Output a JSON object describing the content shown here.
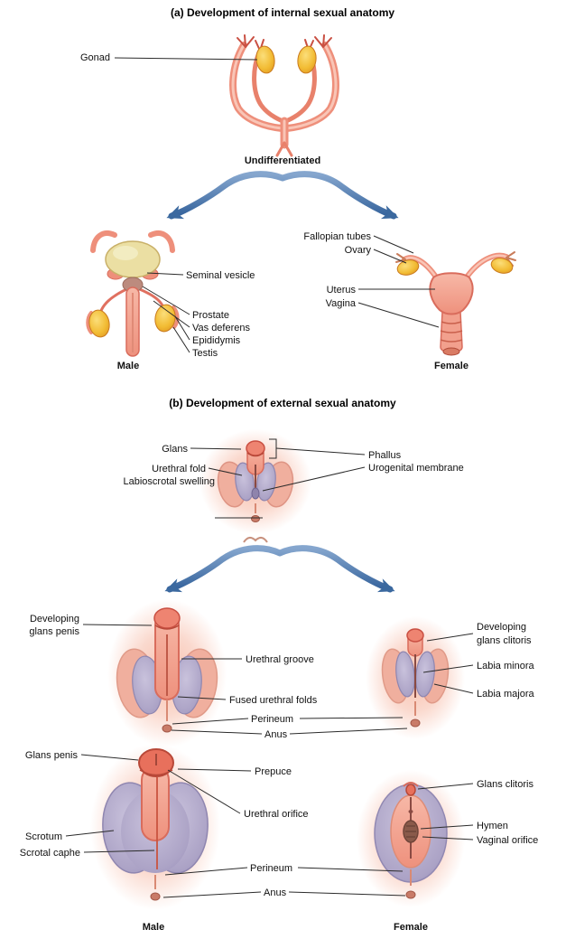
{
  "section_a": {
    "title": "(a) Development of internal sexual anatomy",
    "undifferentiated_caption": "Undifferentiated",
    "gonad": "Gonad",
    "male_caption": "Male",
    "female_caption": "Female",
    "male_labels": {
      "seminal_vesicle": "Seminal vesicle",
      "prostate": "Prostate",
      "vas_deferens": "Vas deferens",
      "epididymis": "Epididymis",
      "testis": "Testis"
    },
    "female_labels": {
      "fallopian_tubes": "Fallopian tubes",
      "ovary": "Ovary",
      "uterus": "Uterus",
      "vagina": "Vagina"
    }
  },
  "section_b": {
    "title": "(b) Development of external sexual anatomy",
    "undifferentiated_labels": {
      "glans": "Glans",
      "urethral_fold": "Urethral fold",
      "labioscrotal_swelling": "Labioscrotal swelling",
      "phallus": "Phallus",
      "urogenital_membrane": "Urogenital membrane"
    },
    "intermediate_labels": {
      "developing_glans_penis_line1": "Developing",
      "developing_glans_penis_line2": "glans penis",
      "urethral_groove": "Urethral groove",
      "fused_urethral_folds": "Fused urethral folds",
      "perineum": "Perineum",
      "anus": "Anus",
      "developing_glans_clitoris_line1": "Developing",
      "developing_glans_clitoris_line2": "glans clitoris",
      "labia_minora": "Labia minora",
      "labia_majora": "Labia majora"
    },
    "final_labels": {
      "glans_penis": "Glans penis",
      "scrotum": "Scrotum",
      "scrotal_raphe": "Scrotal caphe",
      "prepuce": "Prepuce",
      "urethral_orifice": "Urethral orifice",
      "perineum": "Perineum",
      "anus": "Anus",
      "glans_clitoris": "Glans clitoris",
      "hymen": "Hymen",
      "vaginal_orifice": "Vaginal orifice"
    },
    "male_caption": "Male",
    "female_caption": "Female"
  },
  "colors": {
    "anatomy_pink": "#EE8F7B",
    "anatomy_lavender": "#ACA3C6",
    "gonad_yellow": "#F2BC34",
    "bladder_cream": "#EBDFA3",
    "arrow_blue": "#3B699F",
    "leader_line": "#2B2B2B"
  }
}
